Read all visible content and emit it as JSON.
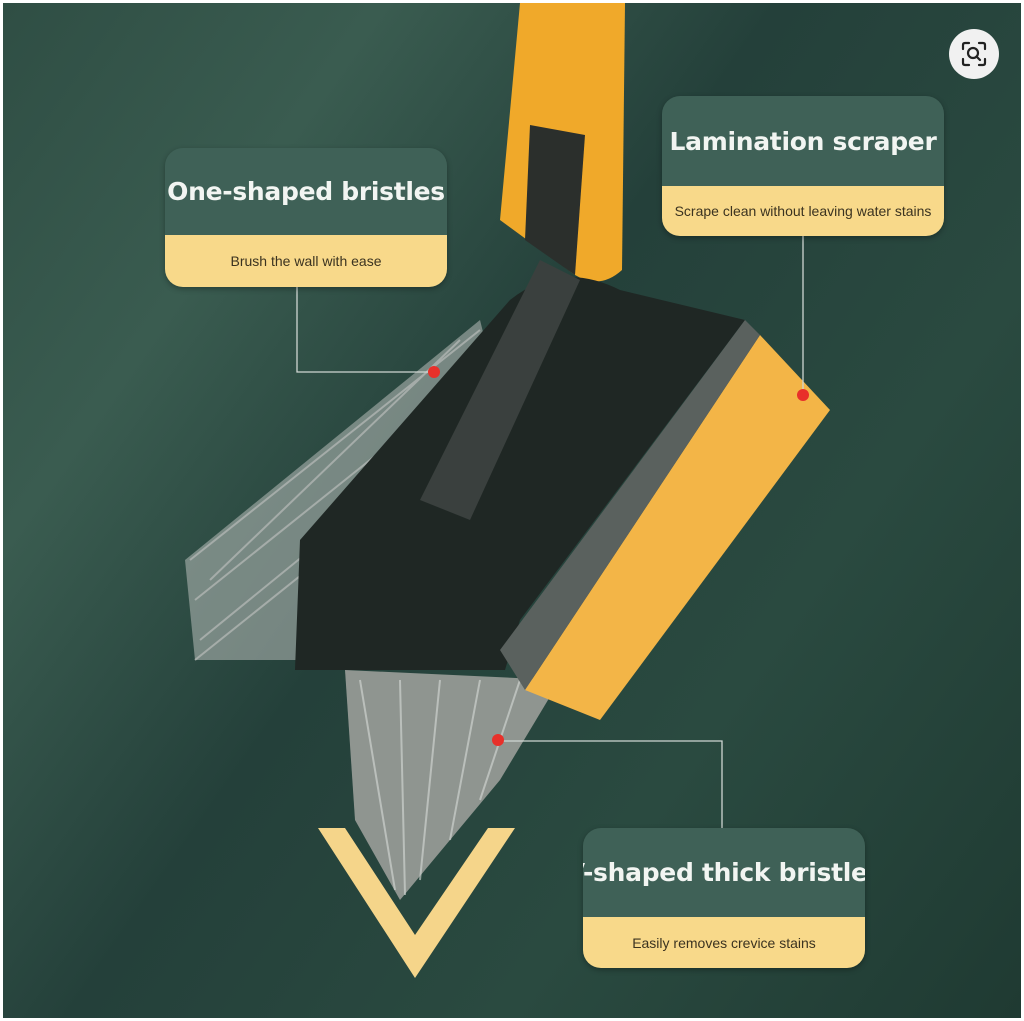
{
  "callouts": [
    {
      "title": "One-shaped bristles",
      "subtitle": "Brush the wall with ease"
    },
    {
      "title": "Lamination scraper",
      "subtitle": "Scrape clean without leaving water stains"
    },
    {
      "title": "V-shaped thick bristles",
      "subtitle": "Easily removes crevice stains"
    }
  ],
  "icons": {
    "lens": "visual-search-icon"
  },
  "colors": {
    "background": "#2a4a40",
    "accent": "#f8d98a",
    "handle": "#f0a92a",
    "dot": "#e8302a"
  }
}
